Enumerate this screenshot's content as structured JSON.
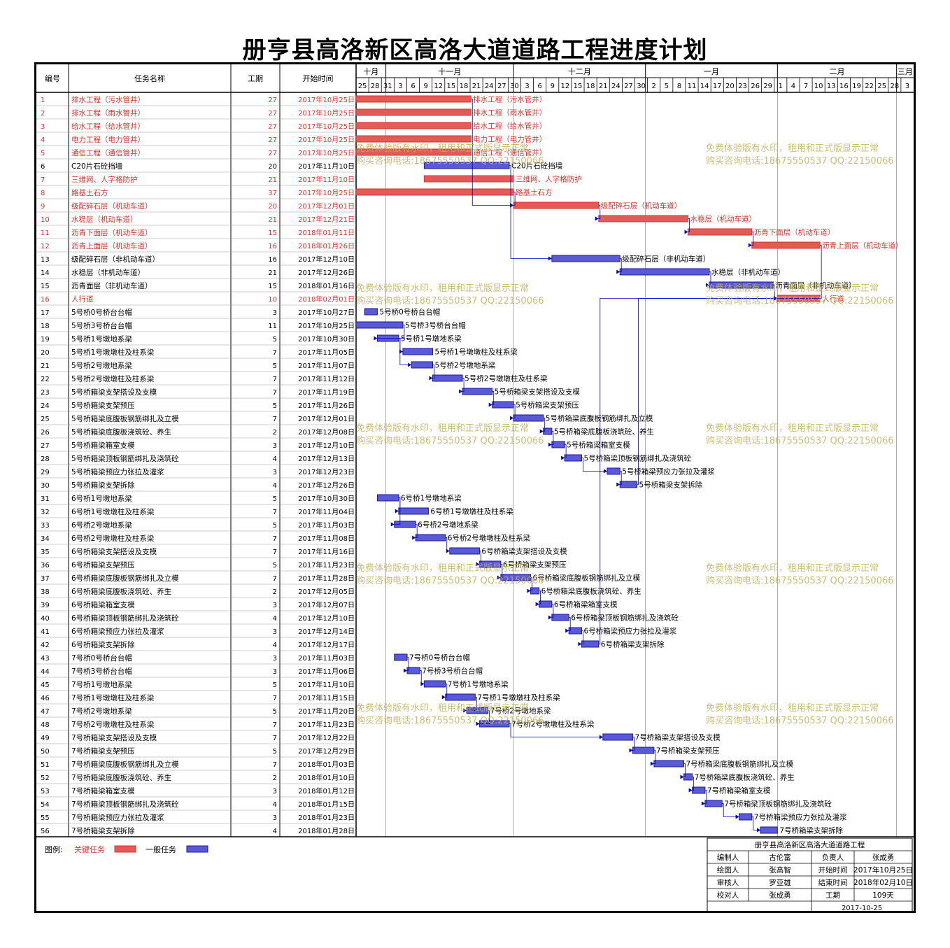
{
  "title": "册亨县高洛新区高洛大道道路工程进度计划",
  "colors": {
    "critical": "#d9312b",
    "critical_fill": "#e35b57",
    "normal": "#1a1a9a",
    "normal_fill": "#5a5ad8",
    "watermark": "#c2b25a",
    "link": "#0000cc"
  },
  "table_headers": {
    "id": "编号",
    "name": "任务名称",
    "duration": "工期",
    "start": "开始时间"
  },
  "timeline": {
    "months": [
      {
        "label": "十月",
        "start": "2017-10-25",
        "end": "2017-11-01"
      },
      {
        "label": "十一月",
        "start": "2017-11-01",
        "end": "2017-12-01"
      },
      {
        "label": "十二月",
        "start": "2017-12-01",
        "end": "2018-01-01"
      },
      {
        "label": "一月",
        "start": "2018-01-01",
        "end": "2018-02-01"
      },
      {
        "label": "二月",
        "start": "2018-02-01",
        "end": "2018-03-01"
      },
      {
        "label": "三月",
        "start": "2018-03-01",
        "end": "2018-03-05"
      }
    ],
    "range_start": "2017-10-25",
    "range_end": "2018-03-05",
    "day_ticks": [
      "25",
      "28",
      "31",
      "3",
      "6",
      "9",
      "12",
      "15",
      "18",
      "21",
      "24",
      "27",
      "30",
      "3",
      "6",
      "9",
      "12",
      "15",
      "18",
      "21",
      "24",
      "27",
      "30",
      "2",
      "5",
      "8",
      "11",
      "14",
      "17",
      "20",
      "23",
      "26",
      "29",
      "1",
      "4",
      "7",
      "10",
      "13",
      "16",
      "19",
      "22",
      "25",
      "28",
      "3"
    ]
  },
  "watermarks": [
    {
      "line1": "免费体验版有水印，租用和正式版显示正常",
      "line2": "购买咨询电话:18675550537 QQ:22150066"
    }
  ],
  "chart_data": {
    "type": "gantt",
    "title": "册亨县高洛新区高洛大道道路工程进度计划",
    "legend": {
      "label": "图例:",
      "items": [
        {
          "name": "关键任务",
          "kind": "critical"
        },
        {
          "name": "一般任务",
          "kind": "normal"
        }
      ]
    },
    "tasks": [
      {
        "id": "1",
        "name": "排水工程（污水管井）",
        "duration": "27",
        "start": "2017年10月25日",
        "start_date": "2017-10-25",
        "critical": true
      },
      {
        "id": "2",
        "name": "排水工程（雨水管井）",
        "duration": "27",
        "start": "2017年10月25日",
        "start_date": "2017-10-25",
        "critical": true
      },
      {
        "id": "3",
        "name": "给水工程（给水管井）",
        "duration": "27",
        "start": "2017年10月25日",
        "start_date": "2017-10-25",
        "critical": true
      },
      {
        "id": "4",
        "name": "电力工程（电力管井）",
        "duration": "27",
        "start": "2017年10月25日",
        "start_date": "2017-10-25",
        "critical": true
      },
      {
        "id": "5",
        "name": "通信工程（通信管井）",
        "duration": "27",
        "start": "2017年10月25日",
        "start_date": "2017-10-25",
        "critical": true
      },
      {
        "id": "6",
        "name": "C20片石砼挡墙",
        "duration": "20",
        "start": "2017年11月10日",
        "start_date": "2017-11-10",
        "critical": false
      },
      {
        "id": "7",
        "name": "三维网、人字格防护",
        "duration": "21",
        "start": "2017年11月10日",
        "start_date": "2017-11-10",
        "critical": true
      },
      {
        "id": "8",
        "name": "路基土石方",
        "duration": "37",
        "start": "2017年10月25日",
        "start_date": "2017-10-25",
        "critical": true
      },
      {
        "id": "9",
        "name": "级配碎石层（机动车道）",
        "duration": "20",
        "start": "2017年12月01日",
        "start_date": "2017-12-01",
        "critical": true
      },
      {
        "id": "10",
        "name": "水稳层（机动车道）",
        "duration": "21",
        "start": "2017年12月21日",
        "start_date": "2017-12-21",
        "critical": true
      },
      {
        "id": "11",
        "name": "沥青下面层（机动车道）",
        "duration": "15",
        "start": "2018年01月11日",
        "start_date": "2018-01-11",
        "critical": true
      },
      {
        "id": "12",
        "name": "沥青上面层（机动车道）",
        "duration": "16",
        "start": "2018年01月26日",
        "start_date": "2018-01-26",
        "critical": true
      },
      {
        "id": "13",
        "name": "级配碎石层（非机动车道）",
        "duration": "16",
        "start": "2017年12月10日",
        "start_date": "2017-12-10",
        "critical": false
      },
      {
        "id": "14",
        "name": "水稳层（非机动车道）",
        "duration": "21",
        "start": "2017年12月26日",
        "start_date": "2017-12-26",
        "critical": false
      },
      {
        "id": "15",
        "name": "沥青面层（非机动车道）",
        "duration": "15",
        "start": "2018年01月16日",
        "start_date": "2018-01-16",
        "critical": false
      },
      {
        "id": "16",
        "name": "人行道",
        "duration": "10",
        "start": "2018年02月01日",
        "start_date": "2018-02-01",
        "critical": true
      },
      {
        "id": "17",
        "name": "5号桥0号桥台台帽",
        "duration": "3",
        "start": "2017年10月27日",
        "start_date": "2017-10-27",
        "critical": false
      },
      {
        "id": "18",
        "name": "5号桥3号桥台台帽",
        "duration": "11",
        "start": "2017年10月25日",
        "start_date": "2017-10-25",
        "critical": false
      },
      {
        "id": "19",
        "name": "5号桥1号墩地系梁",
        "duration": "5",
        "start": "2017年10月30日",
        "start_date": "2017-10-30",
        "critical": false
      },
      {
        "id": "20",
        "name": "5号桥1号墩墩柱及柱系梁",
        "duration": "7",
        "start": "2017年11月05日",
        "start_date": "2017-11-05",
        "critical": false
      },
      {
        "id": "21",
        "name": "5号桥2号墩地系梁",
        "duration": "5",
        "start": "2017年11月07日",
        "start_date": "2017-11-07",
        "critical": false
      },
      {
        "id": "22",
        "name": "5号桥2号墩墩柱及柱系梁",
        "duration": "7",
        "start": "2017年11月12日",
        "start_date": "2017-11-12",
        "critical": false
      },
      {
        "id": "23",
        "name": "5号桥箱梁支架搭设及支模",
        "duration": "7",
        "start": "2017年11月19日",
        "start_date": "2017-11-19",
        "critical": false
      },
      {
        "id": "24",
        "name": "5号桥箱梁支架预压",
        "duration": "5",
        "start": "2017年11月26日",
        "start_date": "2017-11-26",
        "critical": false
      },
      {
        "id": "25",
        "name": "5号桥箱梁底腹板钢筋绑扎及立模",
        "duration": "7",
        "start": "2017年12月01日",
        "start_date": "2017-12-01",
        "critical": false
      },
      {
        "id": "26",
        "name": "5号桥箱梁底腹板浇筑砼、养生",
        "duration": "2",
        "start": "2017年12月08日",
        "start_date": "2017-12-08",
        "critical": false
      },
      {
        "id": "27",
        "name": "5号桥箱梁箱室支模",
        "duration": "3",
        "start": "2017年12月10日",
        "start_date": "2017-12-10",
        "critical": false
      },
      {
        "id": "28",
        "name": "5号桥箱梁顶板钢筋绑扎及浇筑砼",
        "duration": "4",
        "start": "2017年12月13日",
        "start_date": "2017-12-13",
        "critical": false
      },
      {
        "id": "29",
        "name": "5号桥箱梁预应力张拉及灌浆",
        "duration": "3",
        "start": "2017年12月23日",
        "start_date": "2017-12-23",
        "critical": false
      },
      {
        "id": "30",
        "name": "5号桥箱梁支架拆除",
        "duration": "4",
        "start": "2017年12月26日",
        "start_date": "2017-12-26",
        "critical": false
      },
      {
        "id": "31",
        "name": "6号桥1号墩地系梁",
        "duration": "5",
        "start": "2017年10月30日",
        "start_date": "2017-10-30",
        "critical": false
      },
      {
        "id": "32",
        "name": "6号桥1号墩墩柱及柱系梁",
        "duration": "7",
        "start": "2017年11月04日",
        "start_date": "2017-11-04",
        "critical": false
      },
      {
        "id": "33",
        "name": "6号桥2号墩地系梁",
        "duration": "5",
        "start": "2017年11月03日",
        "start_date": "2017-11-03",
        "critical": false
      },
      {
        "id": "34",
        "name": "6号桥2号墩墩柱及柱系梁",
        "duration": "7",
        "start": "2017年11月08日",
        "start_date": "2017-11-08",
        "critical": false
      },
      {
        "id": "35",
        "name": "6号桥箱梁支架搭设及支模",
        "duration": "7",
        "start": "2017年11月16日",
        "start_date": "2017-11-16",
        "critical": false
      },
      {
        "id": "36",
        "name": "6号桥箱梁支架预压",
        "duration": "5",
        "start": "2017年11月23日",
        "start_date": "2017-11-23",
        "critical": false
      },
      {
        "id": "37",
        "name": "6号桥箱梁底腹板钢筋绑扎及立模",
        "duration": "7",
        "start": "2017年11月28日",
        "start_date": "2017-11-28",
        "critical": false
      },
      {
        "id": "38",
        "name": "6号桥箱梁底腹板浇筑砼、养生",
        "duration": "2",
        "start": "2017年12月05日",
        "start_date": "2017-12-05",
        "critical": false
      },
      {
        "id": "39",
        "name": "6号桥箱梁箱室支模",
        "duration": "3",
        "start": "2017年12月07日",
        "start_date": "2017-12-07",
        "critical": false
      },
      {
        "id": "40",
        "name": "6号桥箱梁顶板钢筋绑扎及浇筑砼",
        "duration": "4",
        "start": "2017年12月10日",
        "start_date": "2017-12-10",
        "critical": false
      },
      {
        "id": "41",
        "name": "6号桥箱梁预应力张拉及灌浆",
        "duration": "3",
        "start": "2017年12月14日",
        "start_date": "2017-12-14",
        "critical": false
      },
      {
        "id": "42",
        "name": "6号桥箱梁支架拆除",
        "duration": "4",
        "start": "2017年12月17日",
        "start_date": "2017-12-17",
        "critical": false
      },
      {
        "id": "43",
        "name": "7号桥0号桥台台帽",
        "duration": "3",
        "start": "2017年11月03日",
        "start_date": "2017-11-03",
        "critical": false
      },
      {
        "id": "44",
        "name": "7号桥3号桥台台帽",
        "duration": "3",
        "start": "2017年11月06日",
        "start_date": "2017-11-06",
        "critical": false
      },
      {
        "id": "45",
        "name": "7号桥1号墩地系梁",
        "duration": "5",
        "start": "2017年11月10日",
        "start_date": "2017-11-10",
        "critical": false
      },
      {
        "id": "46",
        "name": "7号桥1号墩墩柱及柱系梁",
        "duration": "7",
        "start": "2017年11月15日",
        "start_date": "2017-11-15",
        "critical": false
      },
      {
        "id": "47",
        "name": "7号桥2号墩地系梁",
        "duration": "5",
        "start": "2017年11月20日",
        "start_date": "2017-11-20",
        "critical": false
      },
      {
        "id": "48",
        "name": "7号桥2号墩墩柱及柱系梁",
        "duration": "7",
        "start": "2017年11月23日",
        "start_date": "2017-11-23",
        "critical": false
      },
      {
        "id": "49",
        "name": "7号桥箱梁支架搭设及支模",
        "duration": "7",
        "start": "2017年12月22日",
        "start_date": "2017-12-22",
        "critical": false
      },
      {
        "id": "50",
        "name": "7号桥箱梁支架预压",
        "duration": "5",
        "start": "2017年12月29日",
        "start_date": "2017-12-29",
        "critical": false
      },
      {
        "id": "51",
        "name": "7号桥箱梁底腹板钢筋绑扎及立模",
        "duration": "7",
        "start": "2018年01月03日",
        "start_date": "2018-01-03",
        "critical": false
      },
      {
        "id": "52",
        "name": "7号桥箱梁底腹板浇筑砼、养生",
        "duration": "2",
        "start": "2018年01月10日",
        "start_date": "2018-01-10",
        "critical": false
      },
      {
        "id": "53",
        "name": "7号桥箱梁箱室支模",
        "duration": "3",
        "start": "2018年01月12日",
        "start_date": "2018-01-12",
        "critical": false
      },
      {
        "id": "54",
        "name": "7号桥箱梁顶板钢筋绑扎及浇筑砼",
        "duration": "4",
        "start": "2018年01月15日",
        "start_date": "2018-01-15",
        "critical": false
      },
      {
        "id": "55",
        "name": "7号桥箱梁预应力张拉及灌浆",
        "duration": "3",
        "start": "2018年01月23日",
        "start_date": "2018-01-23",
        "critical": false
      },
      {
        "id": "56",
        "name": "7号桥箱梁支架拆除",
        "duration": "4",
        "start": "2018年01月28日",
        "start_date": "2018-01-28",
        "critical": false
      }
    ],
    "links": [
      [
        "1",
        "9"
      ],
      [
        "8",
        "9"
      ],
      [
        "9",
        "10"
      ],
      [
        "10",
        "11"
      ],
      [
        "11",
        "12"
      ],
      [
        "13",
        "14"
      ],
      [
        "14",
        "15"
      ],
      [
        "15",
        "16"
      ],
      [
        "12",
        "16"
      ],
      [
        "18",
        "19"
      ],
      [
        "19",
        "20"
      ],
      [
        "19",
        "21"
      ],
      [
        "21",
        "22"
      ],
      [
        "22",
        "23"
      ],
      [
        "23",
        "24"
      ],
      [
        "24",
        "25"
      ],
      [
        "25",
        "26"
      ],
      [
        "26",
        "27"
      ],
      [
        "27",
        "28"
      ],
      [
        "28",
        "29"
      ],
      [
        "29",
        "30"
      ],
      [
        "30",
        "16"
      ],
      [
        "31",
        "32"
      ],
      [
        "31",
        "33"
      ],
      [
        "33",
        "34"
      ],
      [
        "34",
        "35"
      ],
      [
        "35",
        "36"
      ],
      [
        "36",
        "37"
      ],
      [
        "37",
        "38"
      ],
      [
        "38",
        "39"
      ],
      [
        "39",
        "40"
      ],
      [
        "40",
        "41"
      ],
      [
        "41",
        "42"
      ],
      [
        "42",
        "16"
      ],
      [
        "43",
        "44"
      ],
      [
        "44",
        "45"
      ],
      [
        "45",
        "46"
      ],
      [
        "46",
        "47"
      ],
      [
        "47",
        "48"
      ],
      [
        "48",
        "49"
      ],
      [
        "49",
        "50"
      ],
      [
        "50",
        "51"
      ],
      [
        "51",
        "52"
      ],
      [
        "52",
        "53"
      ],
      [
        "53",
        "54"
      ],
      [
        "54",
        "55"
      ],
      [
        "55",
        "56"
      ],
      [
        "6",
        "13"
      ]
    ]
  },
  "info_box": {
    "title": "册亨县高洛新区高洛大道道路工程",
    "rows": [
      [
        "编制人",
        "古伦富",
        "负责人",
        "张成勇"
      ],
      [
        "绘图人",
        "张高智",
        "开始时间",
        "2017年10月25日"
      ],
      [
        "审核人",
        "罗亚雄",
        "结束时间",
        "2018年02月10日"
      ],
      [
        "校对人",
        "张成勇",
        "工期",
        "109天"
      ]
    ],
    "date": "2017-10-25"
  }
}
